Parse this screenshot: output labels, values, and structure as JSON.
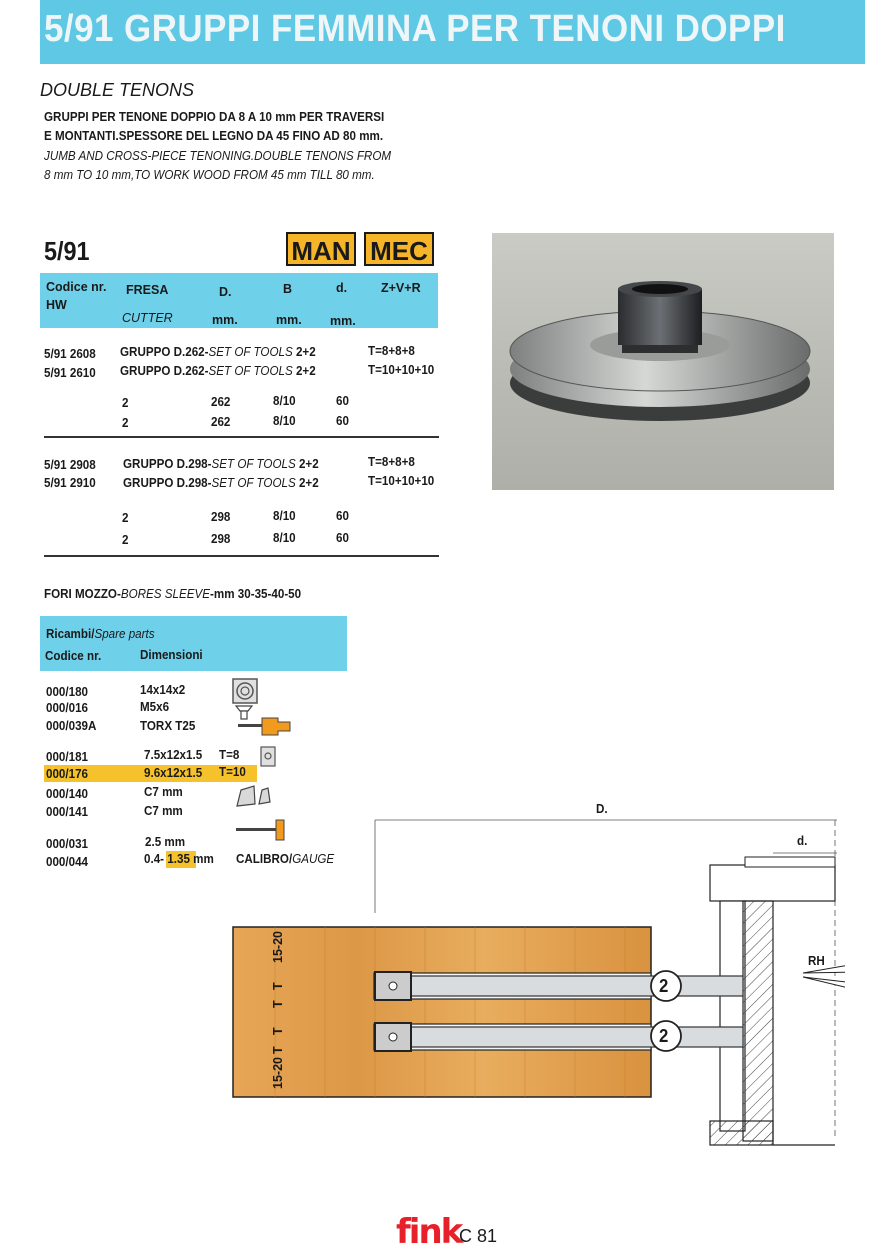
{
  "header": {
    "title": "5/91  GRUPPI FEMMINA PER TENONI DOPPI"
  },
  "intro": {
    "subtitle": "DOUBLE TENONS",
    "it_line1": "GRUPPI PER TENONE DOPPIO DA 8 A 10 mm PER TRAVERSI",
    "it_line2": "E MONTANTI.SPESSORE DEL LEGNO DA 45 FINO AD 80 mm.",
    "en_line1": "JUMB AND CROSS-PIECE TENONING.DOUBLE TENONS FROM",
    "en_line2": "8 mm TO 10 mm,TO WORK WOOD FROM 45 mm TILL 80 mm."
  },
  "product": {
    "code": "5/91",
    "badge_man": "MAN",
    "badge_mec": "MEC"
  },
  "table": {
    "h_code": "Codice nr.",
    "h_code2": "HW",
    "h_fresa": "FRESA",
    "h_cutter": "CUTTER",
    "h_d": "D.",
    "h_d_unit": "mm.",
    "h_b": "B",
    "h_b_unit": "mm.",
    "h_dd": "d.",
    "h_dd_unit": "mm.",
    "h_zvr": "Z+V+R",
    "groups": [
      {
        "rows": [
          {
            "code": "5/91 2608",
            "desc": "GRUPPO D.262-",
            "desc_en": "SET OF TOOLS",
            "qty": "2+2",
            "teeth": "T=8+8+8"
          },
          {
            "code": "5/91 2610",
            "desc": "GRUPPO D.262-",
            "desc_en": "SET OF TOOLS",
            "qty": "2+2",
            "teeth": "T=10+10+10"
          }
        ],
        "subrows": [
          {
            "n": "2",
            "d": "262",
            "b": "8/10",
            "dd": "60"
          },
          {
            "n": "2",
            "d": "262",
            "b": "8/10",
            "dd": "60"
          }
        ]
      },
      {
        "rows": [
          {
            "code": "5/91 2908",
            "desc": "GRUPPO D.298-",
            "desc_en": "SET OF TOOLS",
            "qty": "2+2",
            "teeth": "T=8+8+8"
          },
          {
            "code": "5/91 2910",
            "desc": "GRUPPO D.298-",
            "desc_en": "SET OF TOOLS",
            "qty": "2+2",
            "teeth": "T=10+10+10"
          }
        ],
        "subrows": [
          {
            "n": "2",
            "d": "298",
            "b": "8/10",
            "dd": "60"
          },
          {
            "n": "2",
            "d": "298",
            "b": "8/10",
            "dd": "60"
          }
        ]
      }
    ]
  },
  "bores": {
    "label": "FORI MOZZO-",
    "label_en": "BORES SLEEVE",
    "values": "-mm 30-35-40-50"
  },
  "spares": {
    "h1": "Ricambi/",
    "h1_en": "Spare parts",
    "h_code": "Codice nr.",
    "h_dim": "Dimensioni",
    "items": [
      {
        "code": "000/180",
        "dim": "14x14x2",
        "extra": ""
      },
      {
        "code": "000/016",
        "dim": "M5x6",
        "extra": ""
      },
      {
        "code": "000/039A",
        "dim": "TORX T25",
        "extra": ""
      },
      {
        "code": "000/181",
        "dim": "7.5x12x1.5",
        "extra": "T=8"
      },
      {
        "code": "000/176",
        "dim": "9.6x12x1.5",
        "extra": "T=10"
      },
      {
        "code": "000/140",
        "dim": "C7 mm",
        "extra": ""
      },
      {
        "code": "000/141",
        "dim": "C7 mm",
        "extra": ""
      },
      {
        "code": "000/031",
        "dim": "2.5 mm",
        "extra": ""
      },
      {
        "code": "000/044",
        "dim_a": "0.4-",
        "dim_b": "1.35",
        "dim_c": " mm",
        "gauge": "CALIBRO/",
        "gauge_en": "GAUGE"
      }
    ]
  },
  "diagram": {
    "label_D": "D.",
    "label_d": "d.",
    "label_rh": "RH",
    "side_top": "15-20",
    "side_t1": "T",
    "side_t2": "T",
    "side_t3": "T",
    "side_t4": "T",
    "side_bottom": "15-20",
    "blade_num1": "2",
    "blade_num2": "2"
  },
  "footer": {
    "logo": "fink",
    "page": "C 81"
  }
}
